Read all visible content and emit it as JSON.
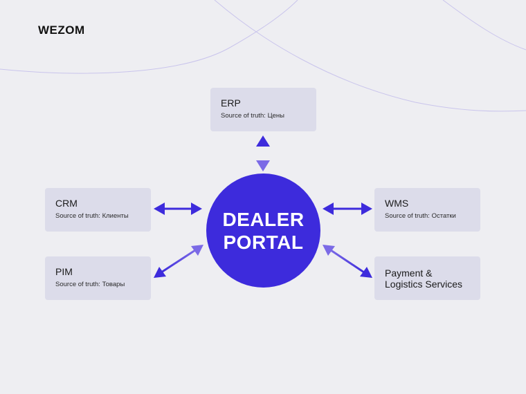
{
  "brand": {
    "logo": "WEZOM"
  },
  "hub": {
    "line1": "DEALER",
    "line2": "PORTAL",
    "color": "#3d2bdc"
  },
  "nodes": {
    "erp": {
      "title": "ERP",
      "subtitle": "Source of truth: Цены"
    },
    "crm": {
      "title": "CRM",
      "subtitle": "Source of truth: Клиенты"
    },
    "wms": {
      "title": "WMS",
      "subtitle": "Source of truth: Остатки"
    },
    "pim": {
      "title": "PIM",
      "subtitle": "Source of truth: Товары"
    },
    "payment": {
      "line1": "Payment &",
      "line2": "Logistics Services"
    }
  },
  "colors": {
    "background": "#eeeef2",
    "box": "#dcdcea",
    "arrow": "#3d2bdc",
    "arrow_light": "#7b6ae6"
  }
}
